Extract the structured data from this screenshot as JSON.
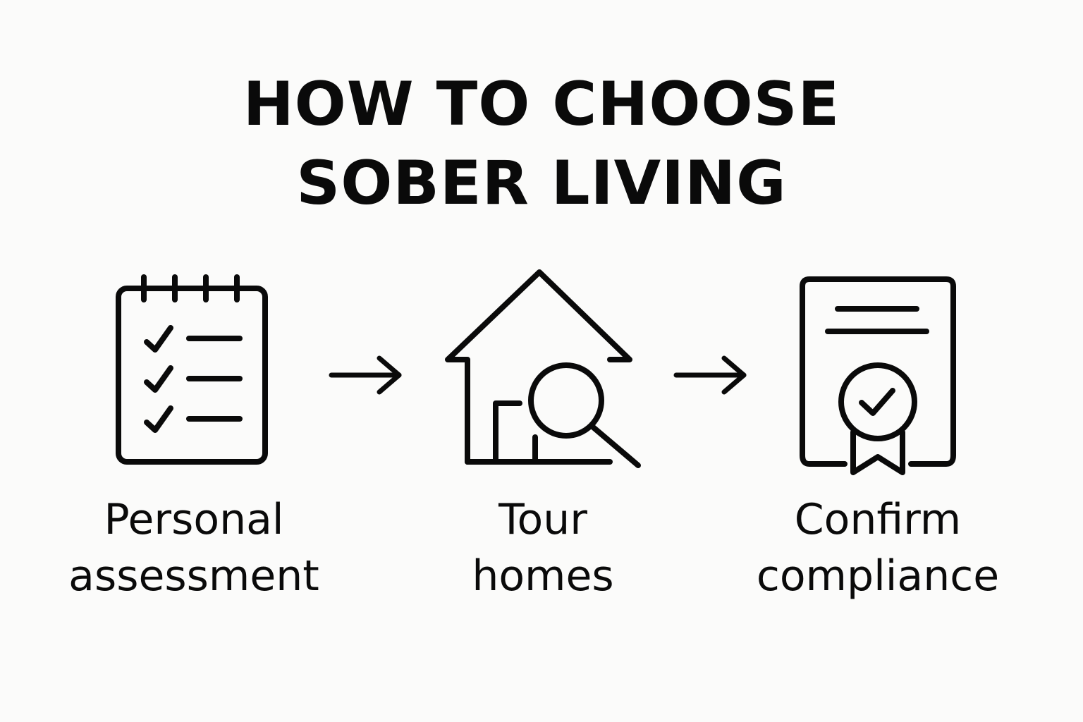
{
  "title": {
    "line1": "HOW TO CHOOSE",
    "line2": "SOBER LIVING"
  },
  "steps": [
    {
      "icon": "checklist-notepad-icon",
      "line1": "Personal",
      "line2": "assessment"
    },
    {
      "icon": "house-magnifier-icon",
      "line1": "Tour",
      "line2": "homes"
    },
    {
      "icon": "certificate-badge-icon",
      "line1": "Confirm",
      "line2": "compliance"
    }
  ],
  "connectors": [
    "arrow-right-icon",
    "arrow-right-icon"
  ],
  "colors": {
    "background": "#fbfbfa",
    "ink": "#0a0a0a"
  }
}
